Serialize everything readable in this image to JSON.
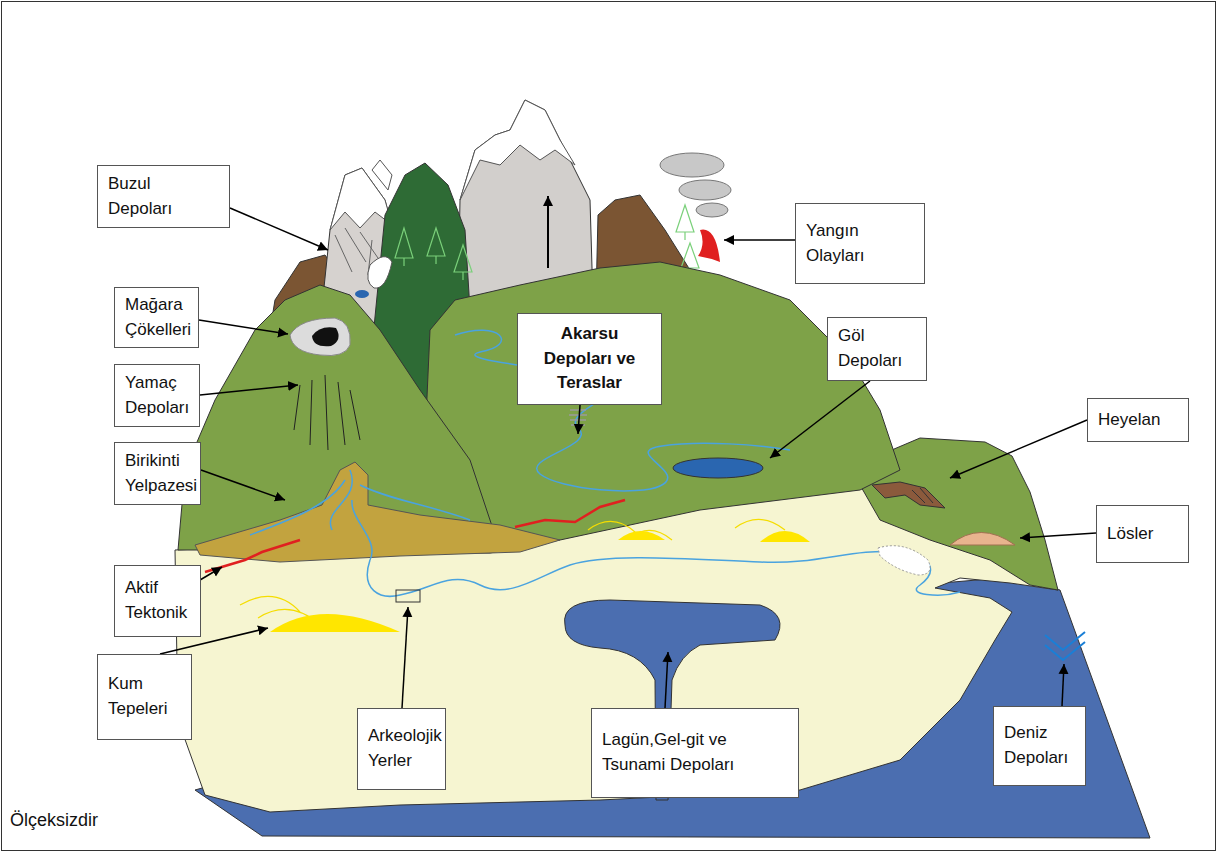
{
  "diagram": {
    "nodes": [
      {
        "text": [
          "Buzul Depoları"
        ]
      },
      {
        "text": [
          "Yangın Olayları"
        ]
      },
      {
        "text": [
          "Mağara Çökelleri"
        ]
      },
      {
        "text": [
          "Akarsu Depoları ve Teraslar"
        ]
      },
      {
        "text": [
          "Göl Depoları"
        ]
      },
      {
        "text": [
          "Yamaç Depoları"
        ]
      },
      {
        "text": [
          "Heyelan"
        ]
      },
      {
        "text": [
          "Birikinti Yelpazesi"
        ]
      },
      {
        "text": [
          "Lösler"
        ]
      },
      {
        "text": [
          "Aktif Tektonik"
        ]
      },
      {
        "text": [
          "Kum Tepeleri"
        ]
      },
      {
        "text": [
          "Arkeolojik Yerler"
        ]
      },
      {
        "text": [
          "Lagün,Gel-git ve Tsunami Depoları"
        ]
      },
      {
        "text": [
          "Deniz Depoları"
        ]
      }
    ],
    "labels": [
      "Ölçeksizdir"
    ]
  }
}
